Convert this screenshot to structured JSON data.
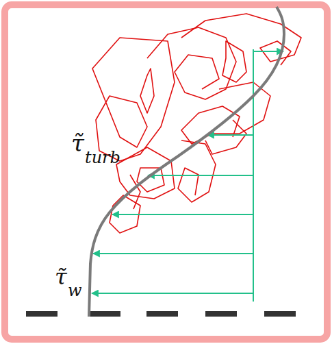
{
  "diagram": {
    "labels": [
      "τ̃",
      "turb",
      "τ̃",
      "w"
    ]
  }
}
